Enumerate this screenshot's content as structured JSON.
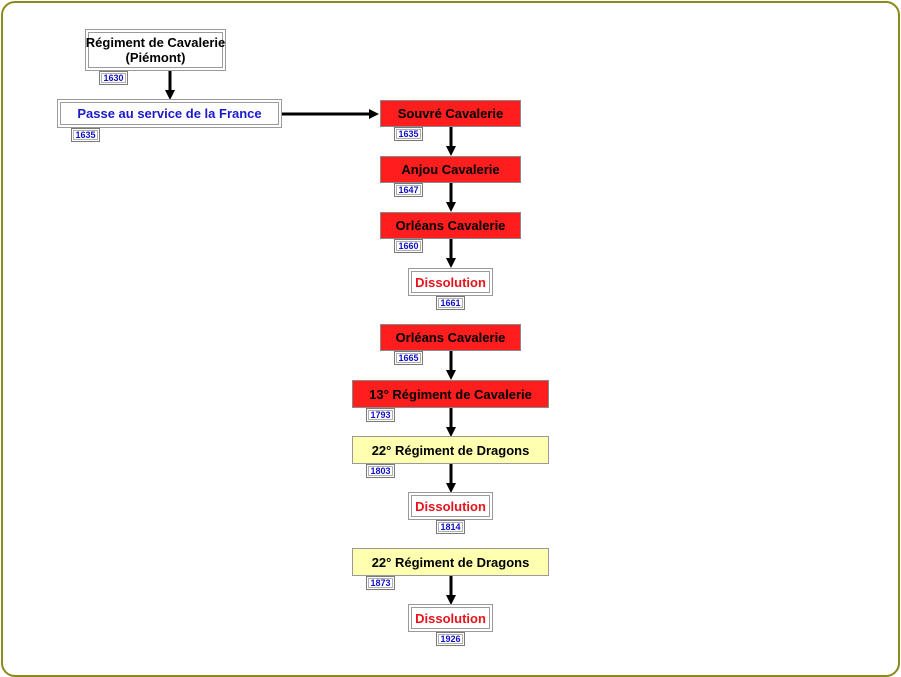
{
  "colors": {
    "frame": "#8c8a1a",
    "red_box": "#ff1e1e",
    "yellow_box": "#ffffb0",
    "dissolution_text": "#e8141c",
    "year_text": "#1010c8",
    "arrow": "#000000"
  },
  "nodes": [
    {
      "title": "Régiment de Cavalerie",
      "subtitle": "(Piémont)",
      "year": "1630"
    },
    {
      "title": "Passe au service de la France",
      "year": "1635"
    },
    {
      "title": "Souvré Cavalerie",
      "year": "1635"
    },
    {
      "title": "Anjou Cavalerie",
      "year": "1647"
    },
    {
      "title": "Orléans Cavalerie",
      "year": "1660"
    },
    {
      "title": "Dissolution",
      "year": "1661"
    },
    {
      "title": "Orléans Cavalerie",
      "year": "1665"
    },
    {
      "title": "13° Régiment de Cavalerie",
      "year": "1793"
    },
    {
      "title": "22° Régiment de Dragons",
      "year": "1803"
    },
    {
      "title": "Dissolution",
      "year": "1814"
    },
    {
      "title": "22° Régiment de Dragons",
      "year": "1873"
    },
    {
      "title": "Dissolution",
      "year": "1926"
    }
  ]
}
